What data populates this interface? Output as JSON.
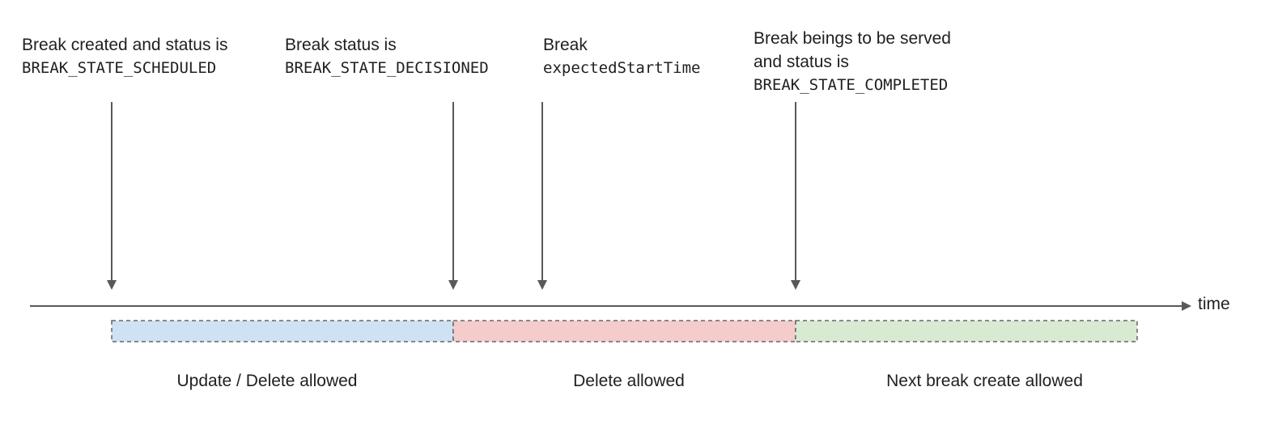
{
  "events": [
    {
      "text_lines": [
        "Break created and status is"
      ],
      "code": "BREAK_STATE_SCHEDULED"
    },
    {
      "text_lines": [
        "Break status is"
      ],
      "code": "BREAK_STATE_DECISIONED"
    },
    {
      "text_lines": [
        "Break"
      ],
      "code": "expectedStartTime"
    },
    {
      "text_lines": [
        "Break beings to be served",
        "and status is"
      ],
      "code": "BREAK_STATE_COMPLETED"
    }
  ],
  "axis_label": "time",
  "segments": [
    {
      "label": "Update / Delete allowed",
      "color": "#cfe2f3"
    },
    {
      "label": "Delete allowed",
      "color": "#f4cccc"
    },
    {
      "label": "Next break create allowed",
      "color": "#d9ead3"
    }
  ],
  "colors": {
    "line": "#595959",
    "border": "#666666"
  }
}
